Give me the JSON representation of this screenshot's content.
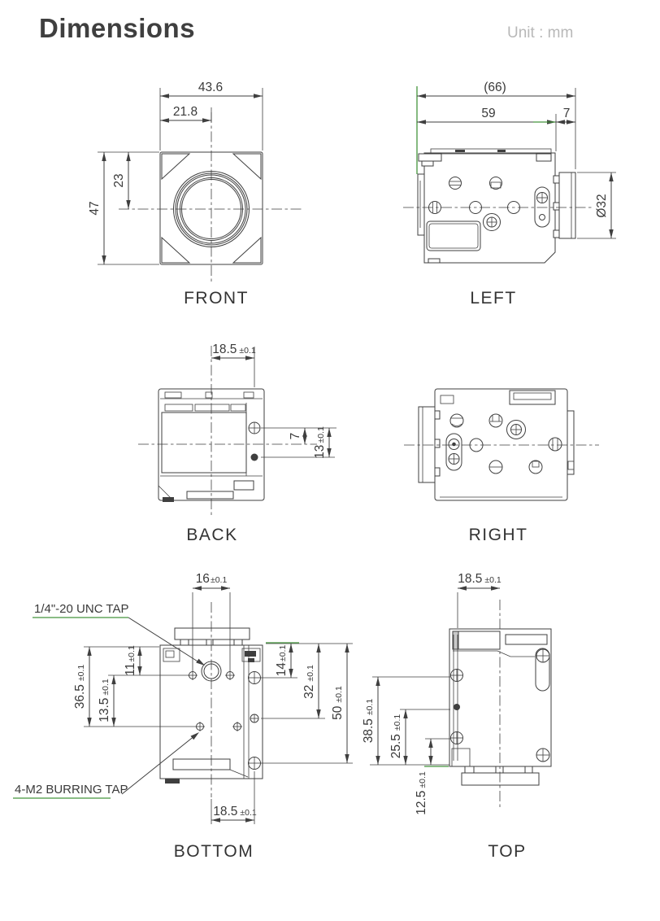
{
  "page": {
    "title": "Dimensions",
    "unit_label": "Unit : mm"
  },
  "colors": {
    "line": "#3f3f3f",
    "accent_green": "#45953c",
    "title_text": "#3f3f3f",
    "muted_text": "#b8b8b8"
  },
  "views": {
    "front": {
      "label": "FRONT",
      "dims": {
        "width": {
          "v": "43.6"
        },
        "half_width": {
          "v": "21.8"
        },
        "height": {
          "v": "47"
        },
        "lens_center_from_top": {
          "v": "23"
        }
      }
    },
    "left": {
      "label": "LEFT",
      "dims": {
        "overall_depth": {
          "v": "(66)"
        },
        "body_depth": {
          "v": "59"
        },
        "lens_protrusion": {
          "v": "7"
        },
        "lens_diameter": {
          "v": "Ø32"
        }
      }
    },
    "back": {
      "label": "BACK",
      "dims": {
        "center_to_screws": {
          "v": "18.5",
          "t": "±0.1"
        },
        "screw_above_center": {
          "v": "7"
        },
        "screw_pitch": {
          "v": "13",
          "t": "±0.1"
        }
      }
    },
    "right": {
      "label": "RIGHT"
    },
    "bottom": {
      "label": "BOTTOM",
      "annotations": {
        "tripod_tap": "1/4\"-20 UNC TAP",
        "burring_tap": "4-M2 BURRING TAP"
      },
      "dims": {
        "hole_span": {
          "v": "16",
          "t": "±0.1"
        },
        "row1_from_front": {
          "v": "11",
          "t": "±0.1"
        },
        "row2_pitch": {
          "v": "13.5",
          "t": "±0.1"
        },
        "row2_from_front": {
          "v": "36.5",
          "t": "±0.1"
        },
        "screw1_from_front": {
          "v": "14",
          "t": "±0.1"
        },
        "screw2_from_front": {
          "v": "32",
          "t": "±0.1"
        },
        "screw3_from_front": {
          "v": "50",
          "t": "±0.1"
        },
        "center_to_screws": {
          "v": "18.5",
          "t": "±0.1"
        }
      }
    },
    "top": {
      "label": "TOP",
      "dims": {
        "center_to_screws": {
          "v": "18.5",
          "t": "±0.1"
        },
        "screw1_from_rear": {
          "v": "38.5",
          "t": "±0.1"
        },
        "screw2_from_rear": {
          "v": "25.5",
          "t": "±0.1"
        },
        "screw3_from_rear": {
          "v": "12.5",
          "t": "±0.1"
        }
      }
    }
  }
}
